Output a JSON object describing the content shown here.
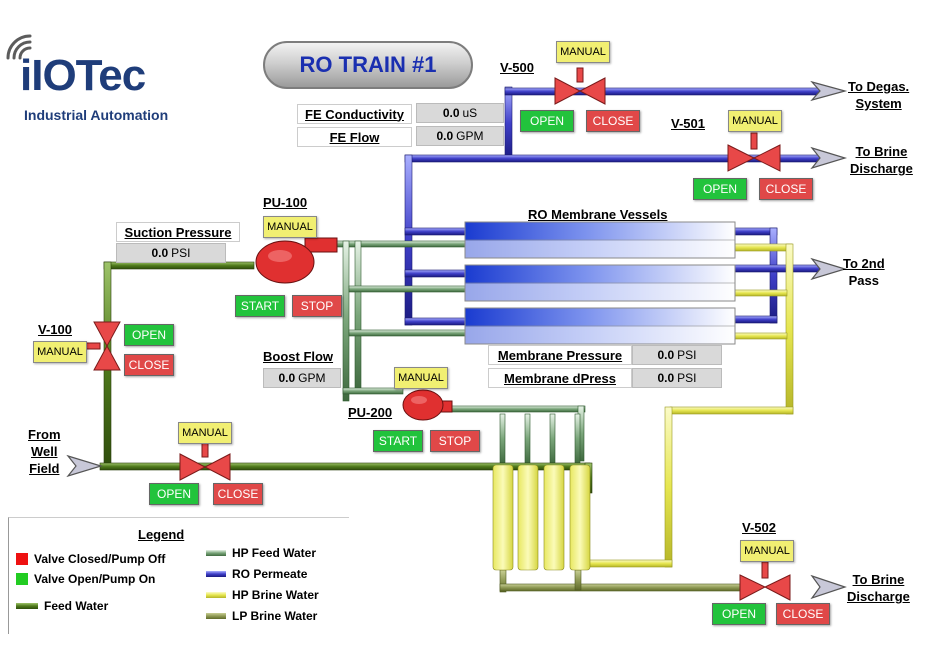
{
  "logo": {
    "brand": "iIOTec",
    "tagline": "Industrial Automation"
  },
  "title": "RO TRAIN #1",
  "fe": {
    "conductivity_label": "FE Conductivity",
    "conductivity_value": "0.0",
    "conductivity_unit": "uS",
    "flow_label": "FE Flow",
    "flow_value": "0.0",
    "flow_unit": "GPM"
  },
  "suction": {
    "label": "Suction Pressure",
    "value": "0.0",
    "unit": "PSI"
  },
  "boost": {
    "label": "Boost Flow",
    "value": "0.0",
    "unit": "GPM"
  },
  "membrane": {
    "vessels_label": "RO Membrane Vessels",
    "pressure_label": "Membrane Pressure",
    "pressure_value": "0.0",
    "pressure_unit": "PSI",
    "dpress_label": "Membrane dPress",
    "dpress_value": "0.0",
    "dpress_unit": "PSI"
  },
  "pumps": {
    "pu100": {
      "tag": "PU-100",
      "mode": "MANUAL",
      "start": "START",
      "stop": "STOP"
    },
    "pu200": {
      "tag": "PU-200",
      "mode": "MANUAL",
      "start": "START",
      "stop": "STOP"
    }
  },
  "valves": {
    "v100": {
      "tag": "V-100",
      "mode": "MANUAL",
      "open": "OPEN",
      "close": "CLOSE"
    },
    "v_inlet": {
      "mode": "MANUAL",
      "open": "OPEN",
      "close": "CLOSE"
    },
    "v500": {
      "tag": "V-500",
      "mode": "MANUAL",
      "open": "OPEN",
      "close": "CLOSE"
    },
    "v501": {
      "tag": "V-501",
      "mode": "MANUAL",
      "open": "OPEN",
      "close": "CLOSE"
    },
    "v502": {
      "tag": "V-502",
      "mode": "MANUAL",
      "open": "OPEN",
      "close": "CLOSE"
    }
  },
  "destinations": {
    "degas": [
      "To Degas.",
      "System"
    ],
    "brine1": [
      "To Brine",
      "Discharge"
    ],
    "second_pass": [
      "To 2nd",
      "Pass"
    ],
    "brine2": [
      "To Brine",
      "Discharge"
    ],
    "well": [
      "From",
      "Well",
      "Field"
    ]
  },
  "legend": {
    "title": "Legend",
    "items": [
      {
        "label": "Valve Closed/Pump Off",
        "color": "#ee1111"
      },
      {
        "label": "Valve Open/Pump On",
        "color": "#22cc22"
      },
      {
        "label": "Feed Water",
        "color": "#4f7a1c"
      },
      {
        "label": "HP Feed Water",
        "color": "#7aa57a"
      },
      {
        "label": "RO Permeate",
        "color": "#3f3fc8"
      },
      {
        "label": "HP Brine Water",
        "color": "#eeee66"
      },
      {
        "label": "LP Brine Water",
        "color": "#8f9a55"
      }
    ]
  },
  "colors": {
    "valve_red": "#e84848",
    "pump_red": "#e03030",
    "button_green": "#22c33c",
    "button_red": "#e04848",
    "manual_yellow": "#f1ef72",
    "title_blue": "#1a2fb0"
  }
}
